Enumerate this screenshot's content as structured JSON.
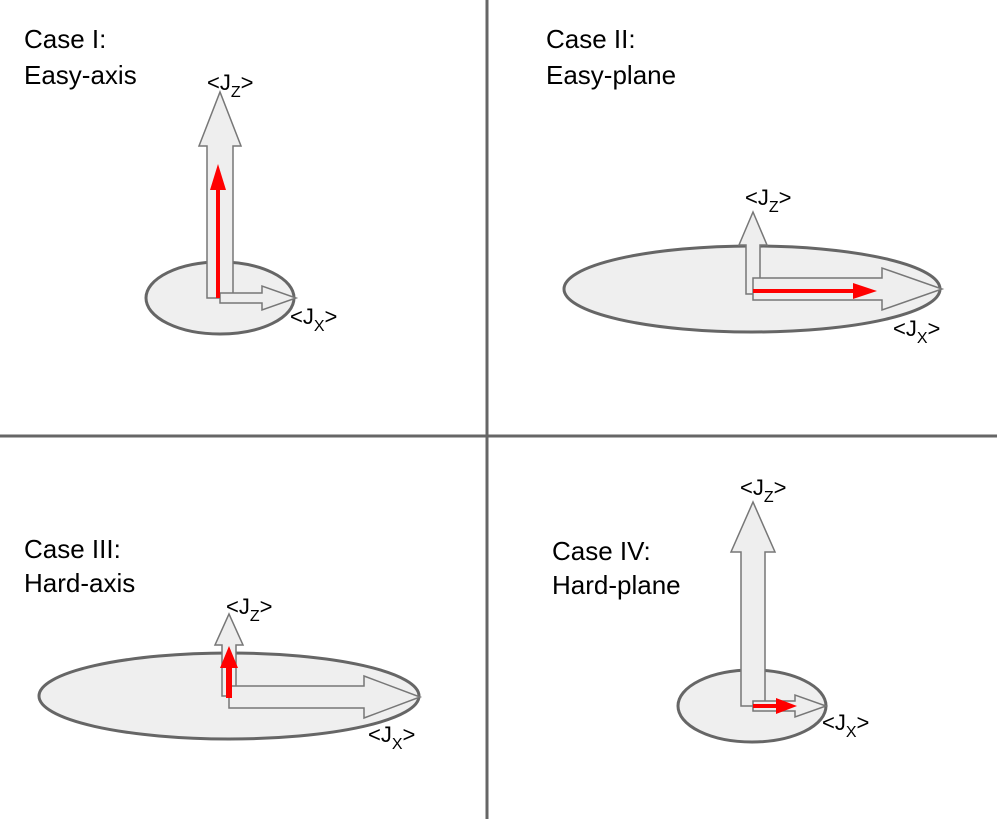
{
  "colors": {
    "divider": "#666666",
    "ellipse_fill": "#efefef",
    "ellipse_stroke": "#666666",
    "arrow_fill": "#eeeeee",
    "arrow_stroke": "#777777",
    "moment": "#ff0000"
  },
  "axis_labels": {
    "z": {
      "open": "<J",
      "sub": "Z",
      "close": ">"
    },
    "x": {
      "open": "<J",
      "sub": "X",
      "close": ">"
    }
  },
  "cases": [
    {
      "id": "case-1",
      "line1": "Case I:",
      "line2": "Easy-axis",
      "moment_axis": "z"
    },
    {
      "id": "case-2",
      "line1": "Case II:",
      "line2": "Easy-plane",
      "moment_axis": "x"
    },
    {
      "id": "case-3",
      "line1": "Case III:",
      "line2": "Hard-axis",
      "moment_axis": "z"
    },
    {
      "id": "case-4",
      "line1": "Case IV:",
      "line2": "Hard-plane",
      "moment_axis": "x"
    }
  ]
}
